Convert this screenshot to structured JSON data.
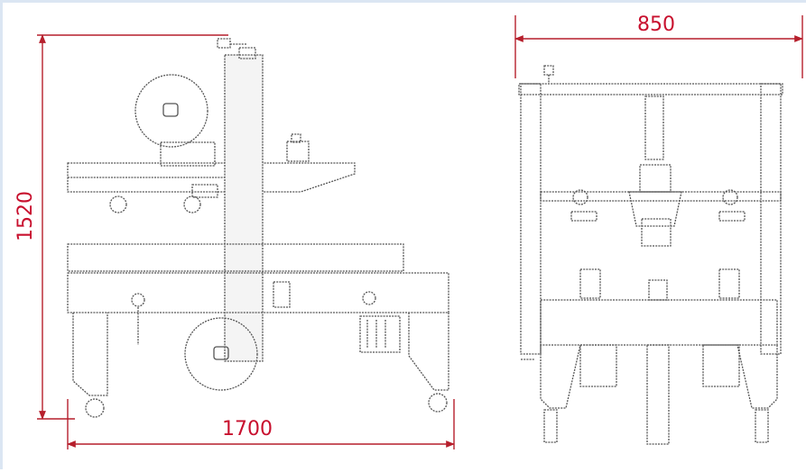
{
  "dimensions": {
    "height": "1520",
    "length": "1700",
    "width": "850"
  },
  "colors": {
    "dimension": "#c8102e",
    "drawing": "#555555"
  }
}
